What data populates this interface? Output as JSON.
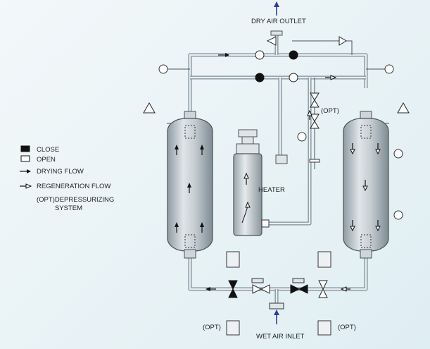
{
  "labels": {
    "outlet": "DRY AIR OUTLET",
    "inlet": "WET AIR INLET",
    "heater": "HEATER",
    "opt_top": "(OPT)",
    "opt_bottom_left": "(OPT)",
    "opt_bottom_right": "(OPT)"
  },
  "legend": {
    "close": "CLOSE",
    "open": "OPEN",
    "drying_flow": "DRYING FLOW",
    "regeneration_flow": "REGENERATION FLOW",
    "depressurizing_line1": "(OPT)DEPRESSURIZING",
    "depressurizing_line2": "SYSTEM"
  },
  "colors": {
    "inlet_outlet_arrow": "#2a3f9a",
    "pipe": "#7d8f99",
    "closed_valve": "#111111"
  }
}
